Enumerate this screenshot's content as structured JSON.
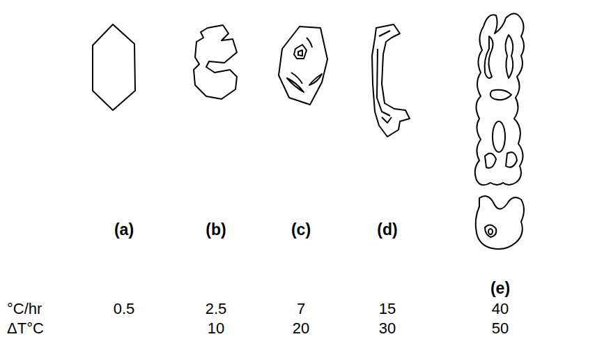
{
  "diagram": {
    "labels": [
      "(a)",
      "(b)",
      "(c)",
      "(d)",
      "(e)",
      "°C/hr",
      "0.5",
      "2.5",
      "7",
      "15",
      "40",
      "ΔT°C",
      "10",
      "20",
      "30",
      "50"
    ]
  }
}
